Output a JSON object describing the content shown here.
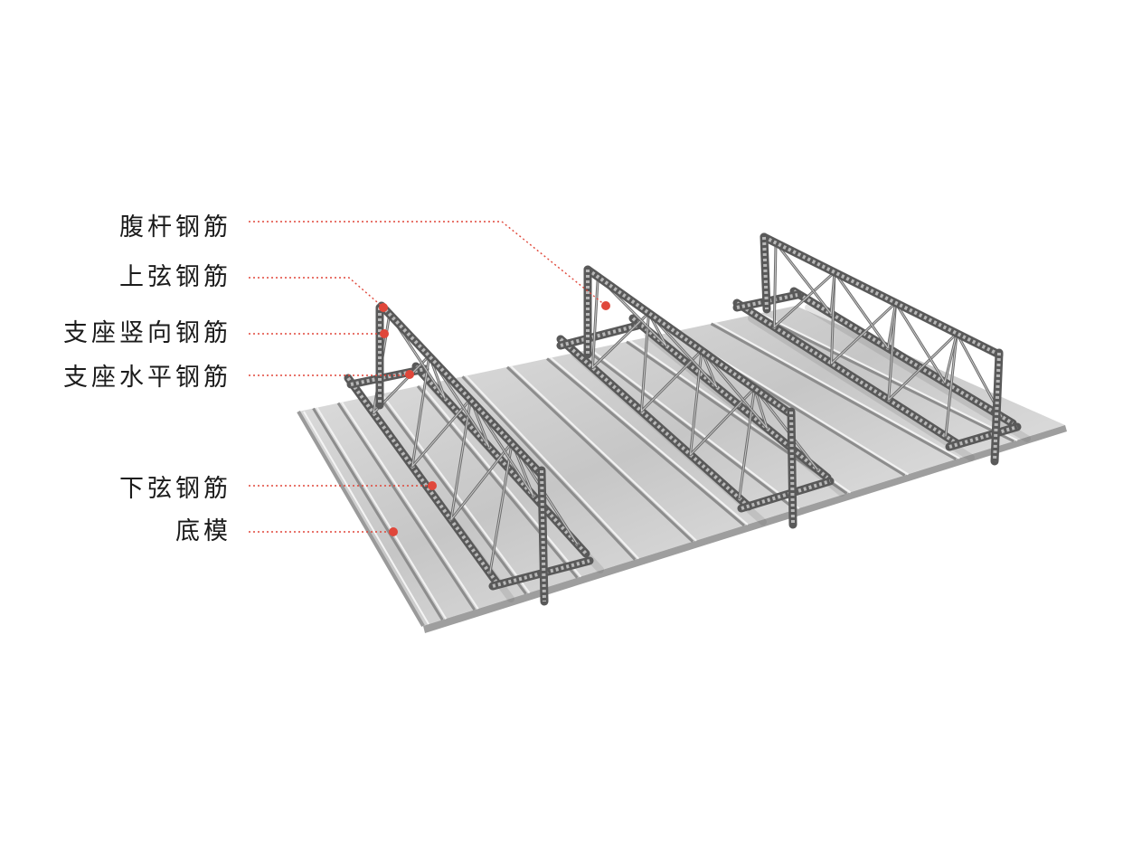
{
  "labels": {
    "web_bar": "腹杆钢筋",
    "top_chord": "上弦钢筋",
    "support_vertical_bar": "支座竖向钢筋",
    "support_horizontal_bar": "支座水平钢筋",
    "bottom_chord": "下弦钢筋",
    "bottom_form": "底模"
  },
  "colors": {
    "leader": "#e0473a",
    "rebar": "#595959",
    "deck": "#cfcfcf",
    "text": "#1b1b1b"
  }
}
